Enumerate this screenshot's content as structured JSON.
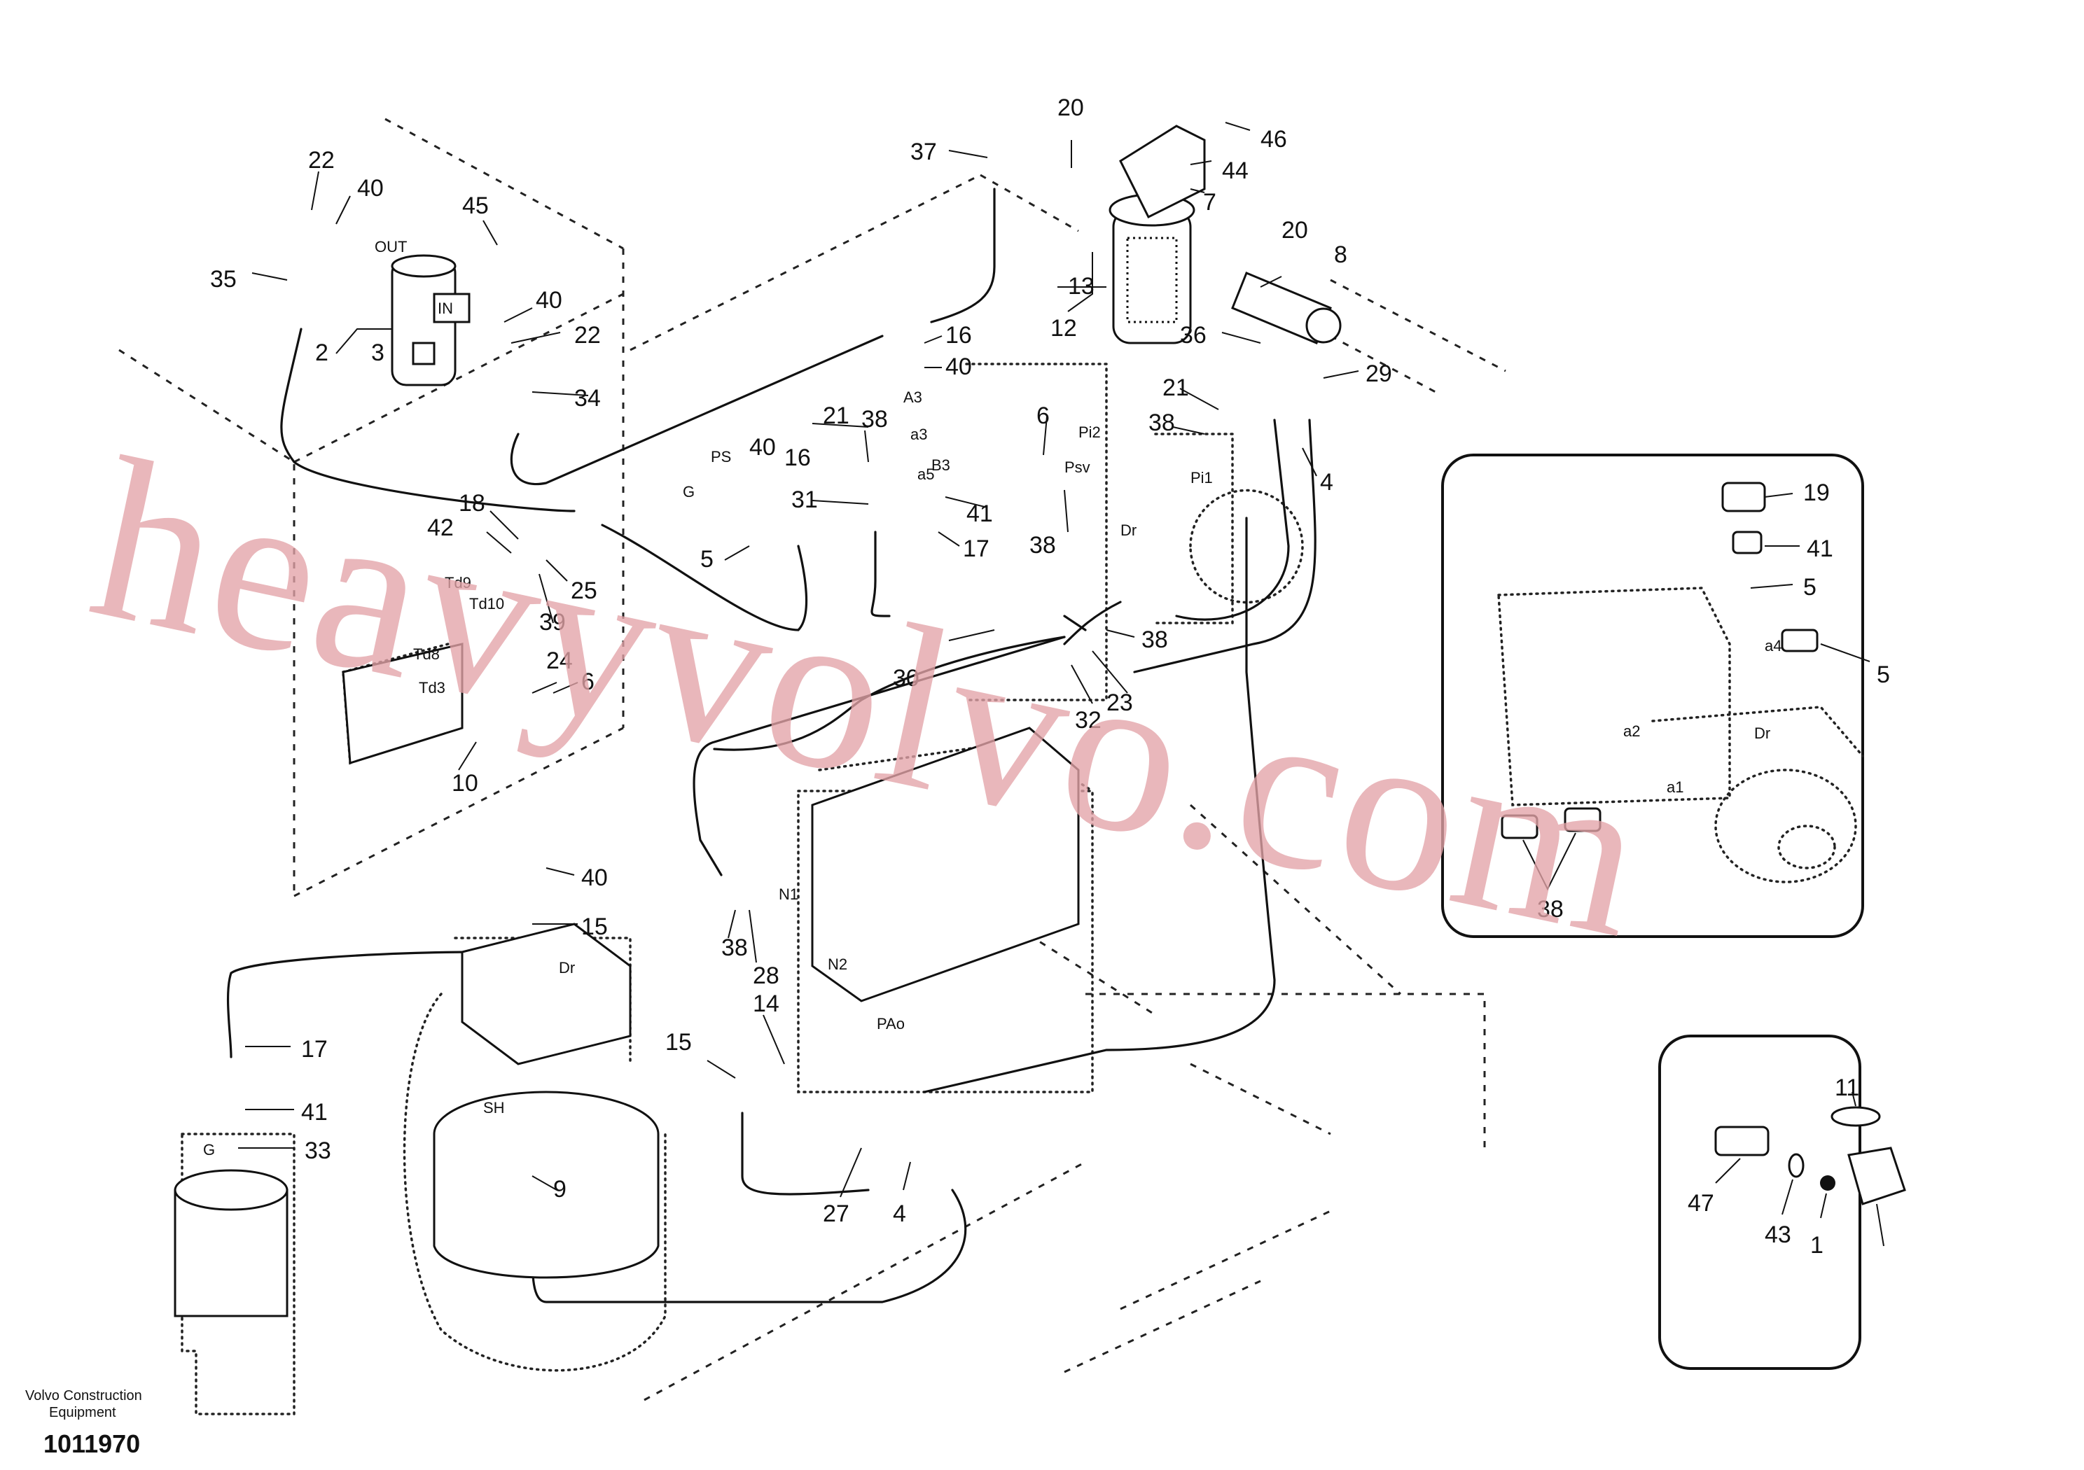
{
  "callouts": [
    "20",
    "46",
    "44",
    "7",
    "37",
    "22",
    "40",
    "45",
    "35",
    "40",
    "22",
    "2",
    "3",
    "34",
    "16",
    "40",
    "13",
    "12",
    "20",
    "8",
    "36",
    "29",
    "21",
    "38",
    "4",
    "6",
    "38",
    "40",
    "16",
    "31",
    "21",
    "41",
    "5",
    "38",
    "17",
    "18",
    "42",
    "Td9",
    "25",
    "Td10",
    "39",
    "30",
    "32",
    "23",
    "38",
    "24",
    "6",
    "10",
    "40",
    "15",
    "38",
    "28",
    "17",
    "41",
    "33",
    "15",
    "14",
    "27",
    "4",
    "9",
    "19",
    "41",
    "5",
    "5",
    "38",
    "11",
    "47",
    "43",
    "1"
  ],
  "port_labels": [
    "OUT",
    "IN",
    "A3",
    "a3",
    "PS",
    "G",
    "B3",
    "a5",
    "Psv",
    "Pi2",
    "Pi1",
    "Dr",
    "Td8",
    "Td3",
    "N1",
    "N2",
    "PAo",
    "Dr",
    "SH",
    "G",
    "a4",
    "a2",
    "Dr",
    "a1"
  ],
  "footer": {
    "company_line1": "Volvo Construction",
    "company_line2": "Equipment",
    "drawing_number": "1011970"
  },
  "watermark": {
    "text": "heavyvolvo.com",
    "color": "#e3a3a8"
  }
}
